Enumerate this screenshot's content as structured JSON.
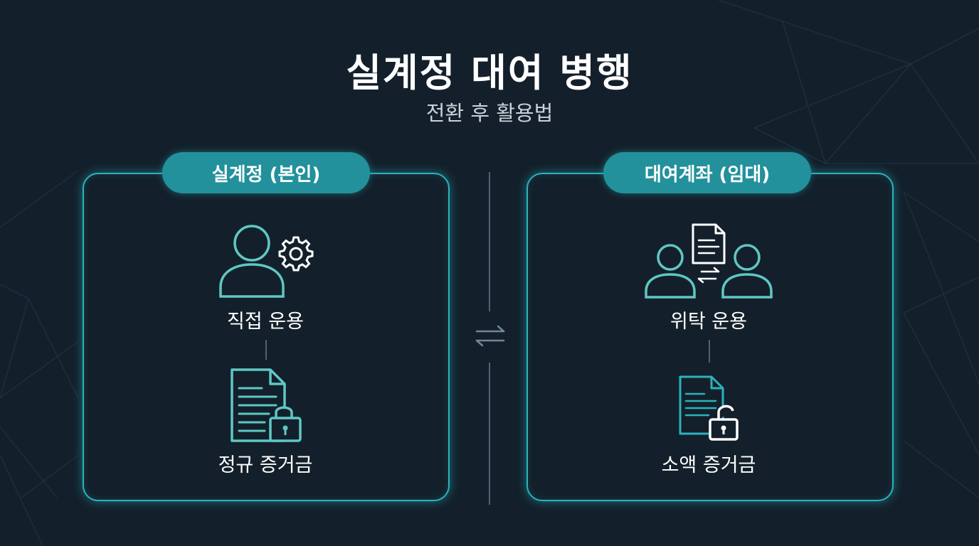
{
  "title": "실계정 대여 병행",
  "subtitle": "전환 후 활용법",
  "left_panel": {
    "header": "실계정 (본인)",
    "top_icon": "user-gear-icon",
    "top_label": "직접 운용",
    "bottom_icon": "document-lock-icon",
    "bottom_label": "정규 증거금"
  },
  "right_panel": {
    "header": "대여계좌 (임대)",
    "top_icon": "users-exchange-document-icon",
    "top_label": "위탁 운용",
    "bottom_icon": "document-unlock-icon",
    "bottom_label": "소액 증거금"
  },
  "center_icon": "exchange-arrows-icon",
  "colors": {
    "background": "#13202b",
    "accent": "#2ab3bd",
    "pill": "#22919c",
    "icon_teal": "#5fc7c4"
  }
}
